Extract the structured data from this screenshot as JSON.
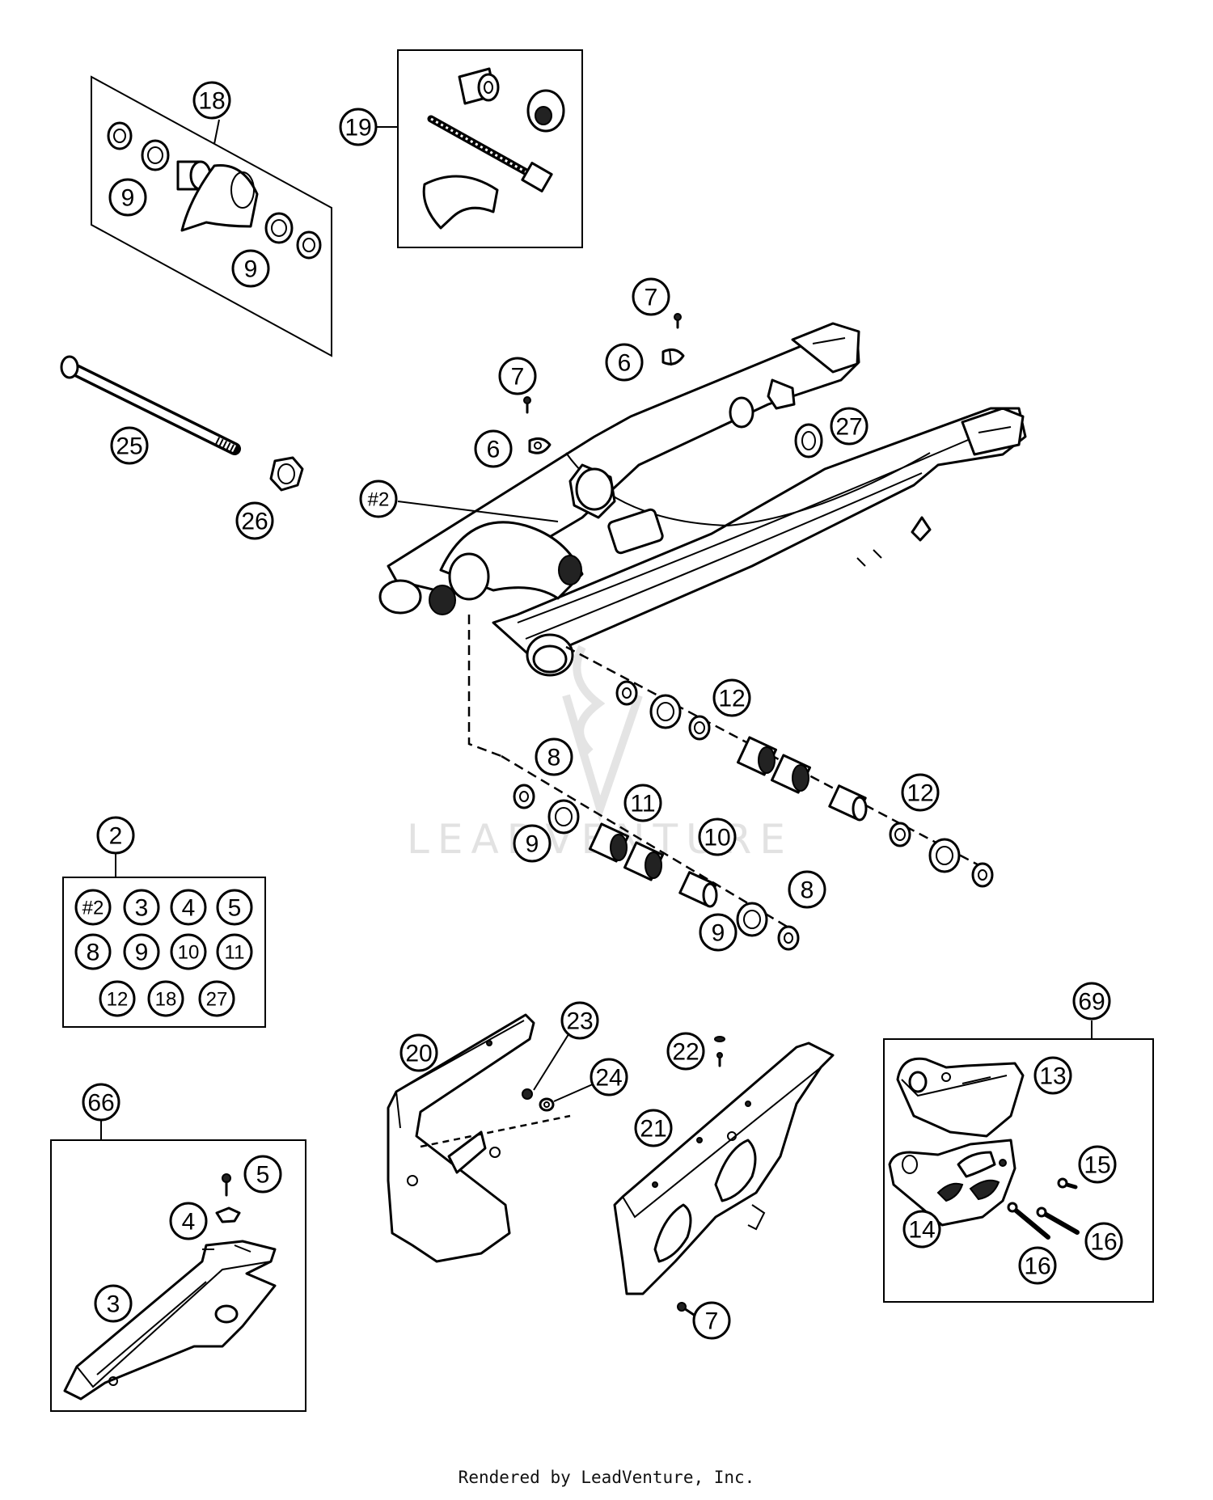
{
  "callouts": {
    "c18": "18",
    "c19": "19",
    "c9a": "9",
    "c9b": "9",
    "c7a": "7",
    "c6a": "6",
    "c7b": "7",
    "c6b": "6",
    "c27": "27",
    "c25": "25",
    "c26": "26",
    "c2hash": "#2",
    "c12a": "12",
    "c8a": "8",
    "c11": "11",
    "c12b": "12",
    "c9c": "9",
    "c10": "10",
    "c8b": "8",
    "c9d": "9",
    "c2": "2",
    "c20": "20",
    "c23": "23",
    "c24": "24",
    "c22": "22",
    "c21": "21",
    "c7c": "7",
    "c69": "69",
    "c13": "13",
    "c15": "15",
    "c14": "14",
    "c16a": "16",
    "c16b": "16",
    "c66": "66",
    "c5": "5",
    "c4": "4",
    "c3": "3"
  },
  "kit2_grid": [
    "#2",
    "3",
    "4",
    "5",
    "8",
    "9",
    "10",
    "11",
    "12",
    "18",
    "27"
  ],
  "watermark": "LEADVENTURE",
  "footer": "Rendered by LeadVenture, Inc."
}
